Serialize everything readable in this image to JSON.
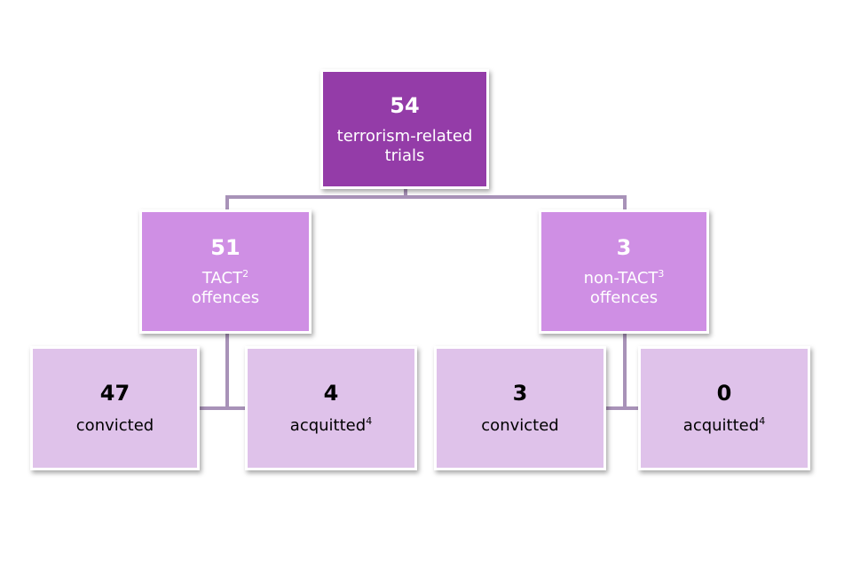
{
  "root": {
    "value": "54",
    "label_line1": "terrorism-related",
    "label_line2": "trials"
  },
  "branches": [
    {
      "value": "51",
      "label_name": "TACT",
      "label_note": "2",
      "label_line2": "offences",
      "outcomes": [
        {
          "value": "47",
          "label": "convicted",
          "note": ""
        },
        {
          "value": "4",
          "label": "acquitted",
          "note": "4"
        }
      ]
    },
    {
      "value": "3",
      "label_name": "non-TACT",
      "label_note": "3",
      "label_line2": "offences",
      "outcomes": [
        {
          "value": "3",
          "label": "convicted",
          "note": ""
        },
        {
          "value": "0",
          "label": "acquitted",
          "note": "4"
        }
      ]
    }
  ],
  "colors": {
    "root": "#943ca8",
    "branch": "#cf8fe4",
    "leaf": "#dfc2ea",
    "connector": "#a892b8"
  }
}
